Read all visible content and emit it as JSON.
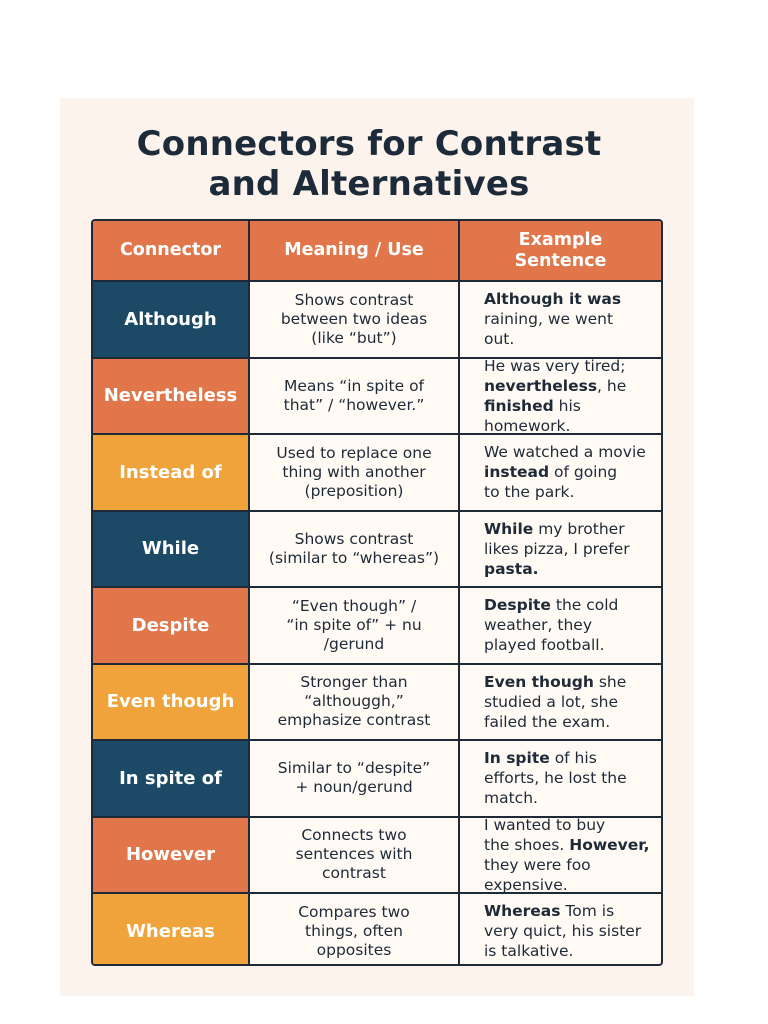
{
  "title": {
    "line1": "Connectors for Contrast",
    "line2": "and Alternatives"
  },
  "colors": {
    "navy": "#1c4a66",
    "orange": "#e0764a",
    "gold": "#efa33a",
    "ink": "#1e2a38",
    "paper": "#fcf4ec"
  },
  "table": {
    "headers": [
      "Connector",
      "Meaning / Use",
      "Example\nSentence"
    ],
    "rows": [
      {
        "connector": "Although",
        "color": "navy",
        "meaning": "Shows contrast\nbetween two ideas\n(like “but”)",
        "example": [
          {
            "text": "Although it was",
            "bold": true
          },
          {
            "text": "\nraining, we went\nout.",
            "bold": false
          }
        ]
      },
      {
        "connector": "Nevertheless",
        "color": "orange",
        "meaning": "Means “in spite of\nthat” / “however.”",
        "example": [
          {
            "text": "He was very tired;\n",
            "bold": false
          },
          {
            "text": "nevertheless",
            "bold": true
          },
          {
            "text": ", he\n",
            "bold": false
          },
          {
            "text": "finished",
            "bold": true
          },
          {
            "text": " his homework.",
            "bold": false
          }
        ]
      },
      {
        "connector": "Instead of",
        "color": "gold",
        "meaning": "Used to replace one\nthing with another\n(preposition)",
        "example": [
          {
            "text": "We watched a movie\n",
            "bold": false
          },
          {
            "text": "instead",
            "bold": true
          },
          {
            "text": " of going\nto the park.",
            "bold": false
          }
        ]
      },
      {
        "connector": "While",
        "color": "navy",
        "meaning": "Shows contrast\n(similar to “whereas”)",
        "example": [
          {
            "text": "While",
            "bold": true
          },
          {
            "text": " my brother\nlikes pizza, I prefer\n",
            "bold": false
          },
          {
            "text": "pasta.",
            "bold": true
          }
        ]
      },
      {
        "connector": "Despite",
        "color": "orange",
        "meaning": "“Even though” /\n“in spite of” + nu\n/gerund",
        "example": [
          {
            "text": "Despite",
            "bold": true
          },
          {
            "text": " the cold\nweather, they\nplayed football.",
            "bold": false
          }
        ]
      },
      {
        "connector": "Even though",
        "color": "gold",
        "meaning": "Stronger than\n“althouggh,”\nemphasize contrast",
        "example": [
          {
            "text": "Even though",
            "bold": true
          },
          {
            "text": " she\nstudied a lot, she\nfailed the exam.",
            "bold": false
          }
        ]
      },
      {
        "connector": "In spite of",
        "color": "navy",
        "meaning": "Similar to “despite”\n+ noun/gerund",
        "example": [
          {
            "text": "In spite",
            "bold": true
          },
          {
            "text": " of his\nefforts, he lost the\nmatch.",
            "bold": false
          }
        ]
      },
      {
        "connector": "However",
        "color": "orange",
        "meaning": "Connects two\nsentences with\ncontrast",
        "example": [
          {
            "text": "I wanted to buy\nthe shoes. ",
            "bold": false
          },
          {
            "text": "However,",
            "bold": true
          },
          {
            "text": "\nthey were foo expensive.",
            "bold": false
          }
        ]
      },
      {
        "connector": "Whereas",
        "color": "gold",
        "meaning": "Compares two\nthings, often\nopposites",
        "example": [
          {
            "text": "Whereas",
            "bold": true
          },
          {
            "text": " Tom is\nvery quict, his sister\nis talkative.",
            "bold": false
          }
        ]
      }
    ]
  }
}
